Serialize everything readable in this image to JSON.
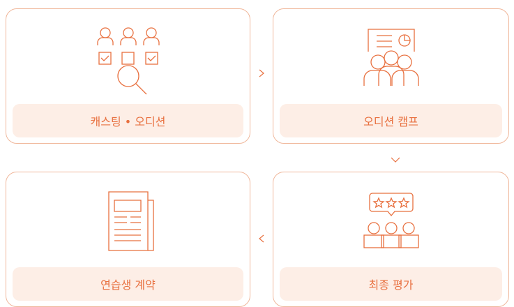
{
  "steps": [
    {
      "label": "캐스팅 • 오디션",
      "icon": "casting-audition-icon"
    },
    {
      "label": "오디션 캠프",
      "icon": "audition-camp-icon"
    },
    {
      "label": "최종 평가",
      "icon": "final-evaluation-icon"
    },
    {
      "label": "연습생 계약",
      "icon": "trainee-contract-icon"
    }
  ],
  "arrows": [
    "chevron-right-icon",
    "chevron-down-icon",
    "chevron-left-icon"
  ],
  "colors": {
    "accent": "#e8703f",
    "border": "#f0b79b",
    "label_bg": "#fdeee6"
  }
}
